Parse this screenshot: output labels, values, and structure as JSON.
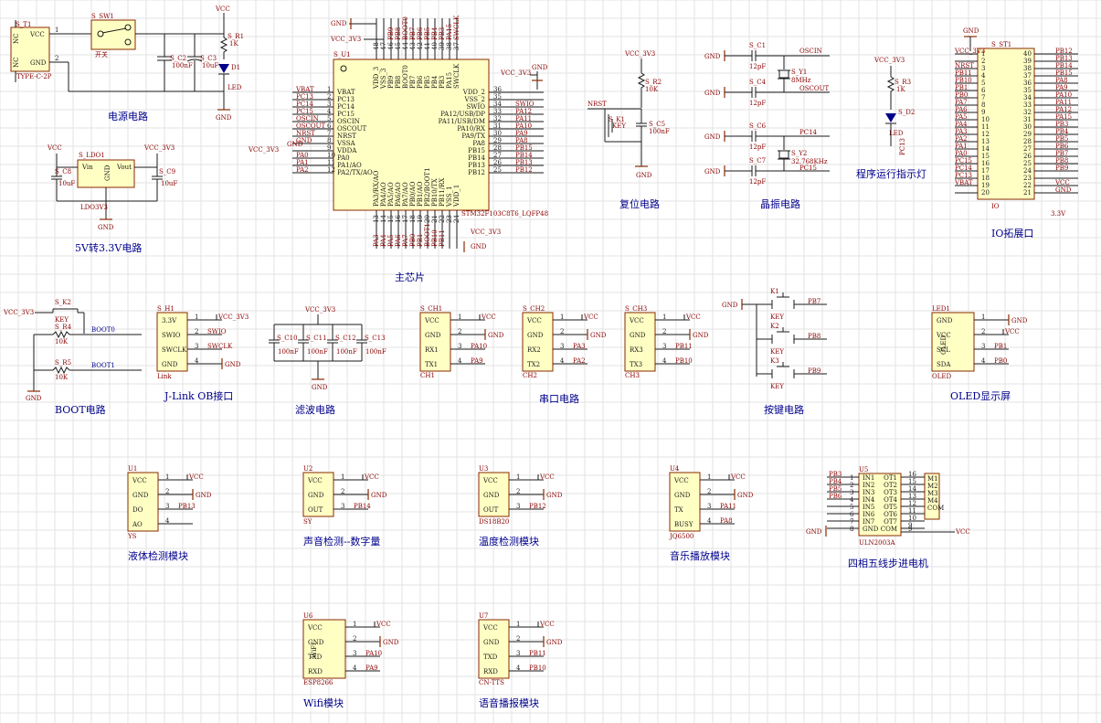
{
  "sections": {
    "power": "电源电路",
    "ldo": "5V转3.3V电路",
    "mcu": "主芯片",
    "reset": "复位电路",
    "crystal": "晶振电路",
    "led": "程序运行指示灯",
    "io": "IO拓展口",
    "boot": "BOOT电路",
    "jlink": "J-Link OB接口",
    "filter": "滤波电路",
    "serial": "串口电路",
    "keys": "按键电路",
    "oled": "OLED显示屏",
    "liquid": "液体检测模块",
    "sound": "声音检测--数字量",
    "temp": "温度检测模块",
    "music": "音乐播放模块",
    "stepper": "四相五线步进电机",
    "wifi": "Wifi模块",
    "tts": "语音播报模块"
  },
  "nets": {
    "vcc": "VCC",
    "vcc33": "VCC_3V3",
    "gnd": "GND",
    "v33": "3.3V",
    "boot0": "BOOT0",
    "boot1": "BOOT1",
    "oscin": "OSCIN",
    "oscout": "OSCOUT",
    "pc14": "PC14",
    "pc15": "PC15",
    "nrst": "NRST",
    "swio": "SWIO",
    "swclk": "SWCLK",
    "nc": "NC"
  },
  "power": {
    "t1": "S_T1",
    "t1_type": "TYPE-C-2P",
    "sw": "S_SW1",
    "sw_note": "开关",
    "c2": "S_C2",
    "c2v": "100nF",
    "c3": "S_C3",
    "c3v": "10uF",
    "r1": "S_R1",
    "r1v": "1K",
    "d1": "D1",
    "d1v": "LED"
  },
  "ldo": {
    "name": "S_LDO1",
    "part": "LDO3V3",
    "vin": "Vin",
    "vout": "Vout",
    "gnd": "GND",
    "c8": "S_C8",
    "c9": "S_C9",
    "cv": "10uF"
  },
  "mcu": {
    "name": "S_U1",
    "part": "STM32F103C8T6_LQFP48",
    "left_pins": [
      {
        "n": "1",
        "f": "VBAT",
        "net": "VBAT"
      },
      {
        "n": "2",
        "f": "PC13",
        "net": "PC13"
      },
      {
        "n": "3",
        "f": "PC14",
        "net": "PC14"
      },
      {
        "n": "4",
        "f": "PC15",
        "net": "PC15"
      },
      {
        "n": "5",
        "f": "OSCIN",
        "net": "OSCIN"
      },
      {
        "n": "6",
        "f": "OSCOUT",
        "net": "OSCOUT"
      },
      {
        "n": "7",
        "f": "NRST",
        "net": "NRST"
      },
      {
        "n": "8",
        "f": "VSSA",
        "net": "GND"
      },
      {
        "n": "9",
        "f": "VDDA",
        "net": ""
      },
      {
        "n": "10",
        "f": "PA0",
        "net": "PA0"
      },
      {
        "n": "11",
        "f": "PA1/AO",
        "net": "PA1"
      },
      {
        "n": "12",
        "f": "PA2/TX/AO",
        "net": "PA2"
      }
    ],
    "right_pins": [
      {
        "n": "36",
        "f": "VDD_2",
        "net": ""
      },
      {
        "n": "35",
        "f": "VSS_2",
        "net": ""
      },
      {
        "n": "34",
        "f": "SWIO",
        "net": "SWIO"
      },
      {
        "n": "33",
        "f": "PA12/USB/DP",
        "net": "PA12"
      },
      {
        "n": "32",
        "f": "PA11/USB/DM",
        "net": "PA11"
      },
      {
        "n": "31",
        "f": "PA10/RX",
        "net": "PA10"
      },
      {
        "n": "30",
        "f": "PA9/TX",
        "net": "PA9"
      },
      {
        "n": "29",
        "f": "PA8",
        "net": "PA8"
      },
      {
        "n": "28",
        "f": "PB15",
        "net": "PB15"
      },
      {
        "n": "27",
        "f": "PB14",
        "net": "PB14"
      },
      {
        "n": "26",
        "f": "PB13",
        "net": "PB13"
      },
      {
        "n": "25",
        "f": "PB12",
        "net": "PB12"
      }
    ],
    "top_pins": [
      "VDD_3",
      "VSS_3",
      "PB9",
      "PB8",
      "BOOT0",
      "PB7",
      "PB6",
      "PB5",
      "PB4",
      "PB3",
      "PA15",
      "SWCLK"
    ],
    "top_nums": [
      "48",
      "47",
      "46",
      "45",
      "44",
      "43",
      "42",
      "41",
      "40",
      "39",
      "38",
      "37"
    ],
    "bottom_pins": [
      "PA3/RX/AO",
      "PA4/AO",
      "PA5/AO",
      "PA6/AO",
      "PA7/AO",
      "PB0/AO",
      "PB1/AO",
      "PB2/BOOT1",
      "PB10/TX",
      "PB11/RX",
      "VSS_1",
      "VDD_1"
    ],
    "bottom_nets": [
      "PA3",
      "PA4",
      "PA5",
      "PA6",
      "PA7",
      "PB0",
      "PB1",
      "BOOT1",
      "PB10",
      "PB11",
      "",
      ""
    ],
    "bottom_nums": [
      "13",
      "14",
      "15",
      "16",
      "17",
      "18",
      "19",
      "20",
      "21",
      "22",
      "23",
      "24"
    ]
  },
  "reset": {
    "r2": "S_R2",
    "r2v": "10K",
    "k1": "S_K1",
    "k1v": "KEY",
    "c5": "S_C5",
    "c5v": "100nF"
  },
  "crystal": {
    "c1": "S_C1",
    "c4": "S_C4",
    "c6": "S_C6",
    "c7": "S_C7",
    "cv": "12pF",
    "y1": "S_Y1",
    "y1v": "8MHz",
    "y2": "S_Y2",
    "y2v": "32.768KHz"
  },
  "led": {
    "r3": "S_R3",
    "r3v": "1K",
    "d2": "S_D2",
    "d2v": "LED",
    "net": "PC13"
  },
  "io": {
    "name": "S_ST1",
    "label": "IO",
    "nets": [
      [
        "VCC_3V3",
        "PB12"
      ],
      [
        "",
        "PB13"
      ],
      [
        "NRST",
        "PB14"
      ],
      [
        "PB11",
        "PB15"
      ],
      [
        "PB10",
        "PA8"
      ],
      [
        "PB1",
        "PA9"
      ],
      [
        "PB0",
        "PA10"
      ],
      [
        "PA7",
        "PA11"
      ],
      [
        "PA6",
        "PA12"
      ],
      [
        "PA5",
        "PA15"
      ],
      [
        "PA4",
        "PB3"
      ],
      [
        "PA3",
        "PB4"
      ],
      [
        "PA2",
        "PB5"
      ],
      [
        "PA1",
        "PB6"
      ],
      [
        "PA0",
        "PB7"
      ],
      [
        "PC15",
        "PB8"
      ],
      [
        "PC14",
        "PB9"
      ],
      [
        "PC13",
        ""
      ],
      [
        "VBAT",
        "VCC"
      ],
      [
        "",
        "GND"
      ]
    ]
  },
  "boot": {
    "k2": "S_K2",
    "k2v": "KEY",
    "r4": "S_R4",
    "r5": "S_R5",
    "rv": "10K"
  },
  "jlink": {
    "name": "S_H1",
    "label": "Link",
    "pins": [
      "3.3V",
      "SWIO",
      "SWCLK",
      "GND"
    ],
    "nets": [
      "VCC_3V3",
      "SWIO",
      "SWCLK",
      "GND"
    ]
  },
  "filter": {
    "caps": [
      "S_C10",
      "S_C11",
      "S_C12",
      "S_C13"
    ],
    "cv": "100nF"
  },
  "serial": [
    {
      "name": "S_CH1",
      "label": "CH1",
      "pins": [
        "VCC",
        "GND",
        "RX1",
        "TX1"
      ],
      "nets": [
        "VCC",
        "GND",
        "PA10",
        "PA9"
      ]
    },
    {
      "name": "S_CH2",
      "label": "CH2",
      "pins": [
        "VCC",
        "GND",
        "RX2",
        "TX2"
      ],
      "nets": [
        "VCC",
        "GND",
        "PA3",
        "PA2"
      ]
    },
    {
      "name": "S_CH3",
      "label": "CH3",
      "pins": [
        "VCC",
        "GND",
        "RX3",
        "TX3"
      ],
      "nets": [
        "VCC",
        "GND",
        "PB11",
        "PB10"
      ]
    }
  ],
  "keys": [
    {
      "name": "K1",
      "v": "KEY",
      "net": "PB7"
    },
    {
      "name": "K2",
      "v": "KEY",
      "net": "PB8"
    },
    {
      "name": "K3",
      "v": "KEY",
      "net": "PB9"
    }
  ],
  "oled": {
    "name": "LED1",
    "label": "OLED",
    "mark": "OLED",
    "pins": [
      "GND",
      "VCC",
      "SCL",
      "SDA"
    ],
    "nets": [
      "GND",
      "VCC",
      "PB1",
      "PB0"
    ]
  },
  "modules": [
    {
      "name": "U1",
      "label": "YS",
      "pins": [
        "VCC",
        "GND",
        "DO",
        "AO"
      ],
      "nets": [
        "VCC",
        "GND",
        "PB13",
        ""
      ]
    },
    {
      "name": "U2",
      "label": "SY",
      "pins": [
        "VCC",
        "GND",
        "OUT"
      ],
      "nets": [
        "VCC",
        "GND",
        "PB14"
      ]
    },
    {
      "name": "U3",
      "label": "DS18B20",
      "pins": [
        "VCC",
        "GND",
        "OUT"
      ],
      "nets": [
        "VCC",
        "GND",
        "PB12"
      ]
    },
    {
      "name": "U4",
      "label": "JQ6500",
      "pins": [
        "VCC",
        "GND",
        "TX",
        "BUSY"
      ],
      "nets": [
        "VCC",
        "GND",
        "PA11",
        "PA8"
      ]
    }
  ],
  "uln": {
    "name": "U5",
    "part": "ULN2003A",
    "left": [
      "IN1",
      "IN2",
      "IN3",
      "IN4",
      "IN5",
      "IN6",
      "IN7",
      "GND"
    ],
    "right": [
      "OT1",
      "OT2",
      "OT3",
      "OT4",
      "OT5",
      "OT6",
      "OT7",
      "COM"
    ],
    "nets": [
      "PB3",
      "PB4",
      "PB5",
      "PB6"
    ],
    "motor": [
      "M1",
      "M2",
      "M3",
      "M4",
      "COM"
    ]
  },
  "wifi": {
    "name": "U6",
    "label": "ESP8266",
    "mark": "WiFi",
    "pins": [
      "VCC",
      "GND",
      "TXD",
      "RXD"
    ],
    "nets": [
      "VCC",
      "GND",
      "PA10",
      "PA9"
    ]
  },
  "tts": {
    "name": "U7",
    "label": "CN-TTS",
    "pins": [
      "VCC",
      "GND",
      "TXD",
      "RXD"
    ],
    "nets": [
      "VCC",
      "GND",
      "PB11",
      "PB10"
    ]
  }
}
